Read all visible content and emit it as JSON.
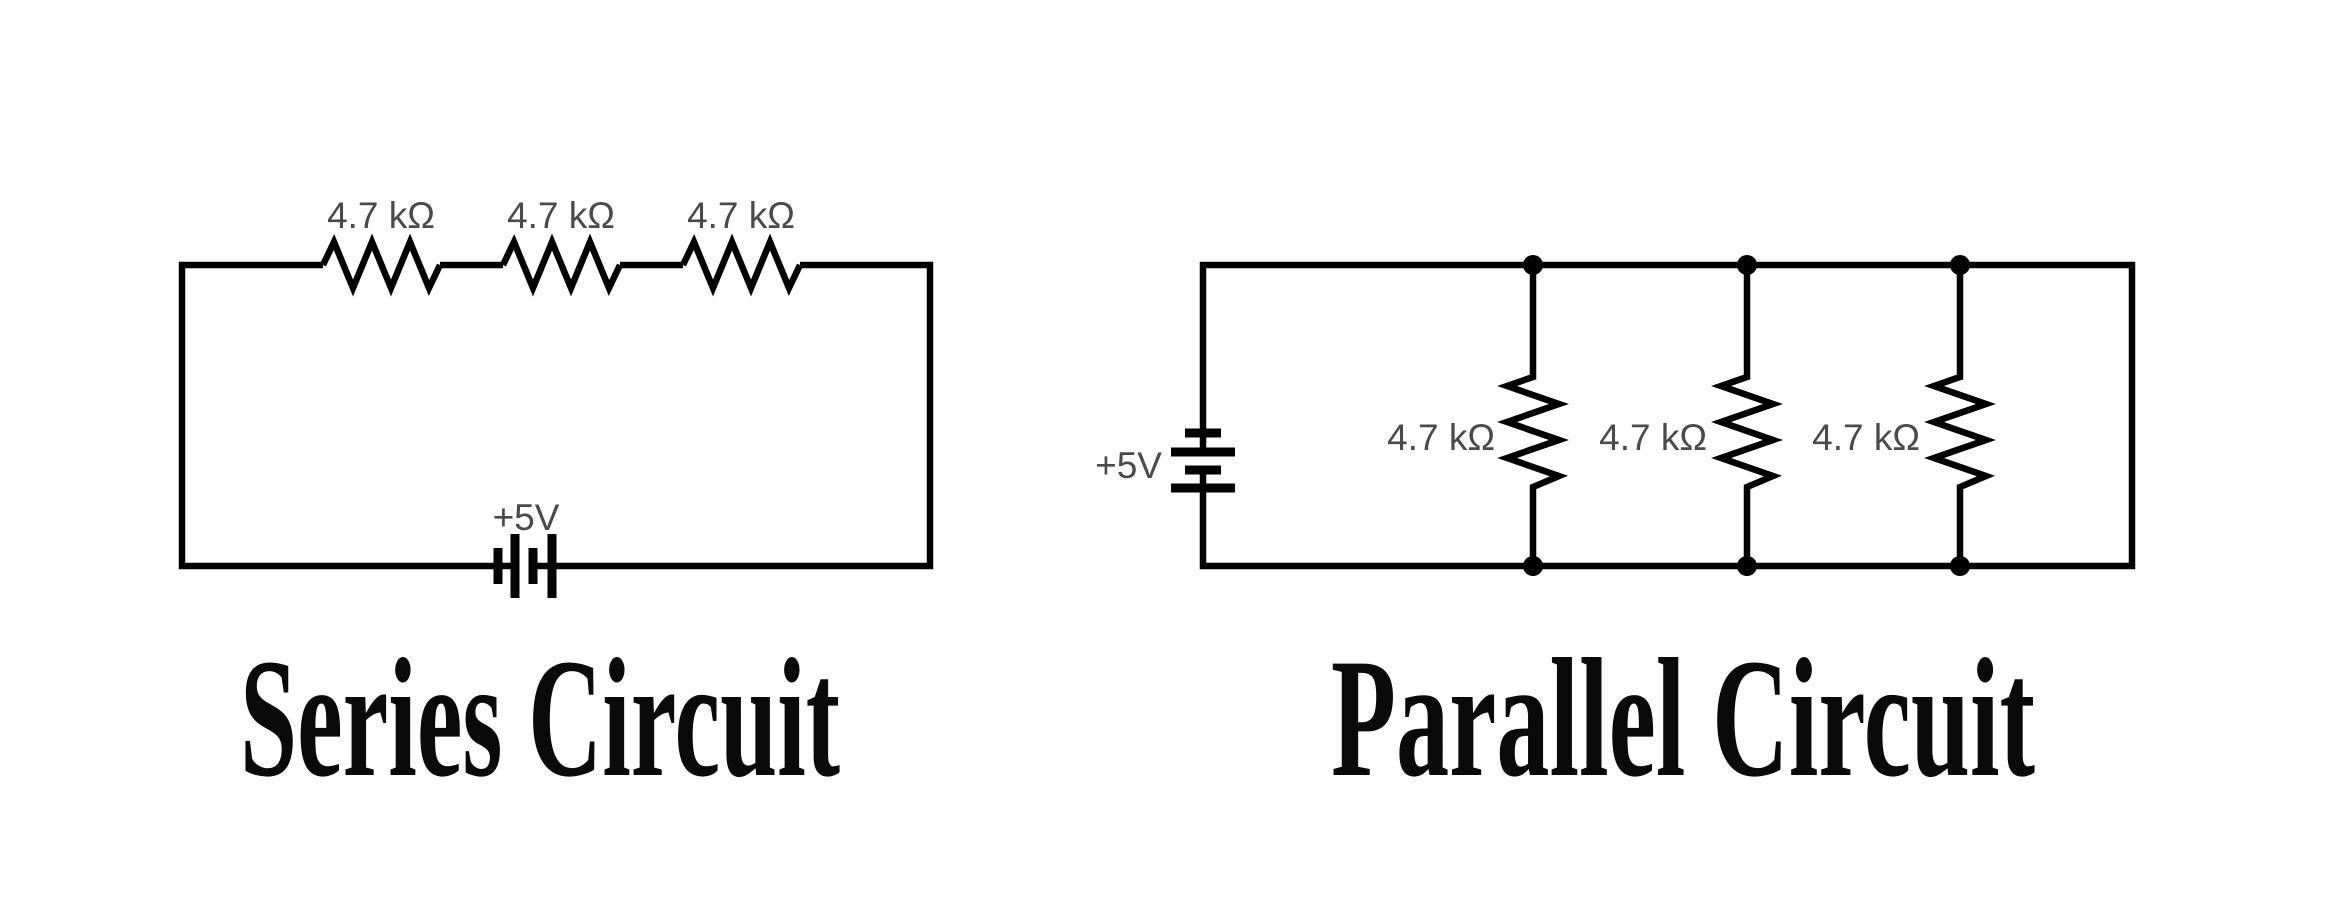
{
  "series": {
    "title": "Series Circuit",
    "battery": {
      "label": "+5V",
      "voltage": "+5V"
    },
    "resistors": [
      {
        "label": "4.7 kΩ"
      },
      {
        "label": "4.7 kΩ"
      },
      {
        "label": "4.7 kΩ"
      }
    ]
  },
  "parallel": {
    "title": "Parallel Circuit",
    "battery": {
      "label": "+5V",
      "voltage": "+5V"
    },
    "resistors": [
      {
        "label": "4.7 kΩ"
      },
      {
        "label": "4.7 kΩ"
      },
      {
        "label": "4.7 kΩ"
      }
    ]
  },
  "colors": {
    "wire": "#000000",
    "component_label": "#4a4a4a",
    "title": "#0a0a0a",
    "background": "#ffffff"
  }
}
